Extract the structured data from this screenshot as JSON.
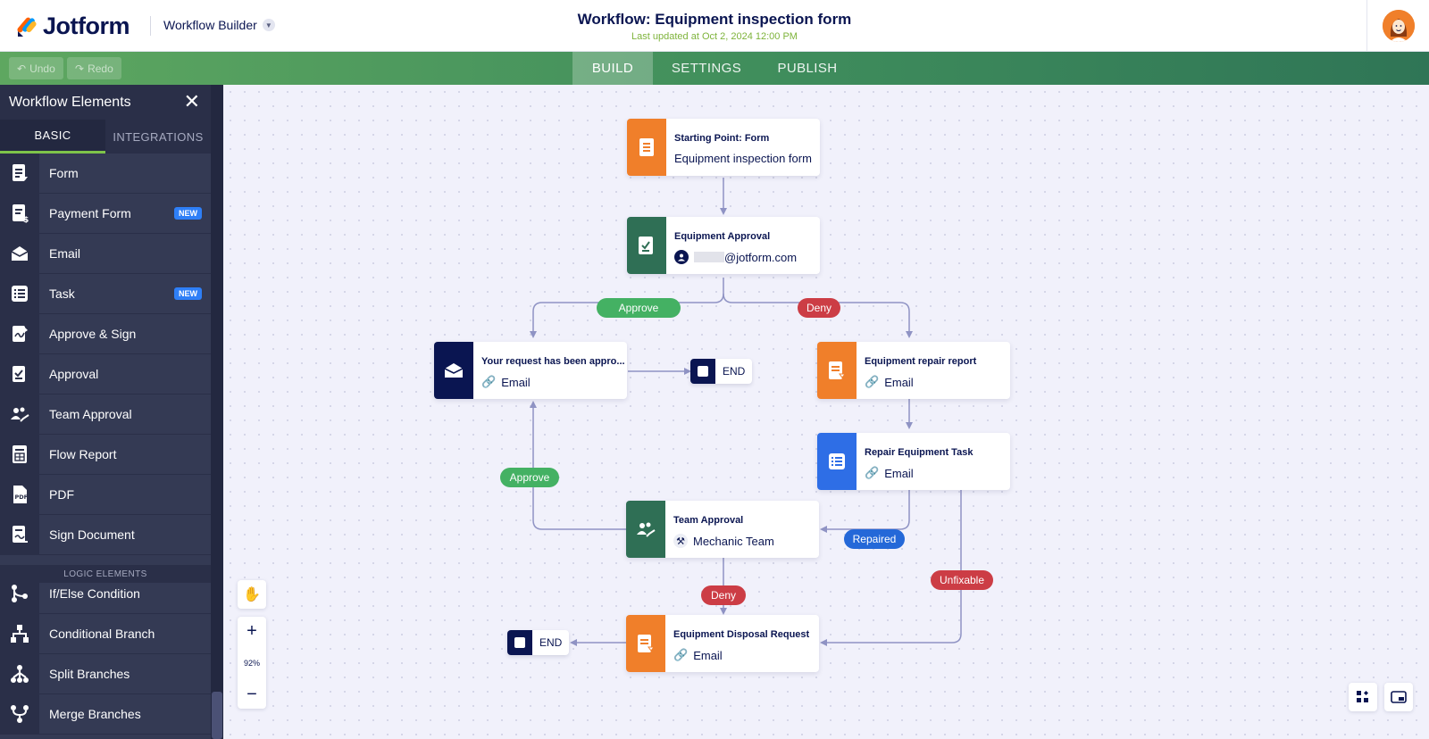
{
  "header": {
    "logo_text": "Jotform",
    "builder_label": "Workflow Builder",
    "workflow_title": "Workflow: Equipment inspection form",
    "last_updated": "Last updated at Oct 2, 2024 12:00 PM"
  },
  "toolbar": {
    "undo_label": "Undo",
    "redo_label": "Redo",
    "tabs": {
      "build": "BUILD",
      "settings": "SETTINGS",
      "publish": "PUBLISH"
    }
  },
  "sidebar": {
    "title": "Workflow Elements",
    "tabs": {
      "basic": "BASIC",
      "integrations": "INTEGRATIONS"
    },
    "basic_items": [
      {
        "label": "Form",
        "icon": "form-icon"
      },
      {
        "label": "Payment Form",
        "icon": "payment-form-icon",
        "badge": "NEW"
      },
      {
        "label": "Email",
        "icon": "email-icon"
      },
      {
        "label": "Task",
        "icon": "task-icon",
        "badge": "NEW"
      },
      {
        "label": "Approve & Sign",
        "icon": "approve-sign-icon"
      },
      {
        "label": "Approval",
        "icon": "approval-icon"
      },
      {
        "label": "Team Approval",
        "icon": "team-approval-icon"
      },
      {
        "label": "Flow Report",
        "icon": "flow-report-icon"
      },
      {
        "label": "PDF",
        "icon": "pdf-icon"
      },
      {
        "label": "Sign Document",
        "icon": "sign-document-icon"
      }
    ],
    "logic_heading": "LOGIC ELEMENTS",
    "logic_items": [
      {
        "label": "If/Else Condition",
        "icon": "if-else-icon"
      },
      {
        "label": "Conditional Branch",
        "icon": "conditional-branch-icon"
      },
      {
        "label": "Split Branches",
        "icon": "split-branches-icon"
      },
      {
        "label": "Merge Branches",
        "icon": "merge-branches-icon"
      }
    ]
  },
  "canvas": {
    "nodes": {
      "start": {
        "title": "Starting Point: Form",
        "sub": "Equipment inspection form"
      },
      "approval": {
        "title": "Equipment Approval",
        "sub": "@jotform.com"
      },
      "approved_email": {
        "title": "Your request has been appro...",
        "sub": "Email"
      },
      "repair_report": {
        "title": "Equipment repair report",
        "sub": "Email"
      },
      "repair_task": {
        "title": "Repair Equipment Task",
        "sub": "Email"
      },
      "team_approval": {
        "title": "Team Approval",
        "sub": "Mechanic Team"
      },
      "disposal": {
        "title": "Equipment Disposal Request",
        "sub": "Email"
      }
    },
    "labels": {
      "approve_1": "Approve",
      "deny_1": "Deny",
      "approve_2": "Approve",
      "repaired": "Repaired",
      "unfixable": "Unfixable",
      "deny_2": "Deny"
    },
    "end_label": "END",
    "zoom_level": "92%"
  },
  "colors": {
    "navy": "#0a1551",
    "orange": "#f07f2a",
    "dark_green": "#2f6f55",
    "blue": "#2e6ee6",
    "approve_green": "#44b163",
    "deny_red": "#cc3d45",
    "repaired_blue": "#2468d8",
    "connector": "#8f93c4"
  }
}
